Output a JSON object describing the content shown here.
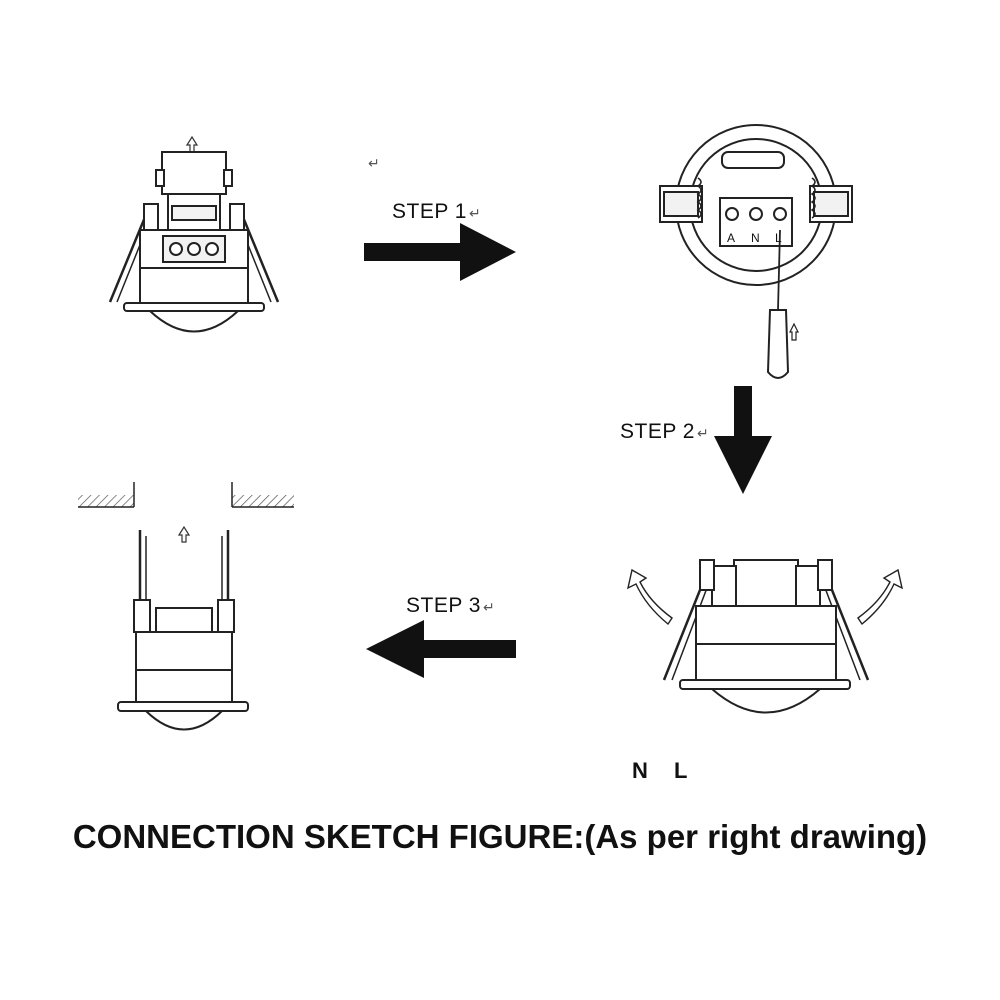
{
  "steps": {
    "step1": "STEP 1",
    "step2": "STEP 2",
    "step3": "STEP 3",
    "return_mark": "↵"
  },
  "terminals": {
    "sensor_terminal_labels": [
      "A",
      "N",
      "L"
    ],
    "wire_label_n": "N",
    "wire_label_l": "L"
  },
  "caption": "CONNECTION SKETCH FIGURE:(As per right drawing)",
  "icons": [
    "arrow-right-icon",
    "arrow-down-icon",
    "arrow-left-icon",
    "up-arrow-icon",
    "curved-arrow-icon",
    "screwdriver-icon"
  ],
  "colors": {
    "ink": "#111111",
    "fill_gray": "#f2f2f2",
    "background": "#ffffff"
  }
}
